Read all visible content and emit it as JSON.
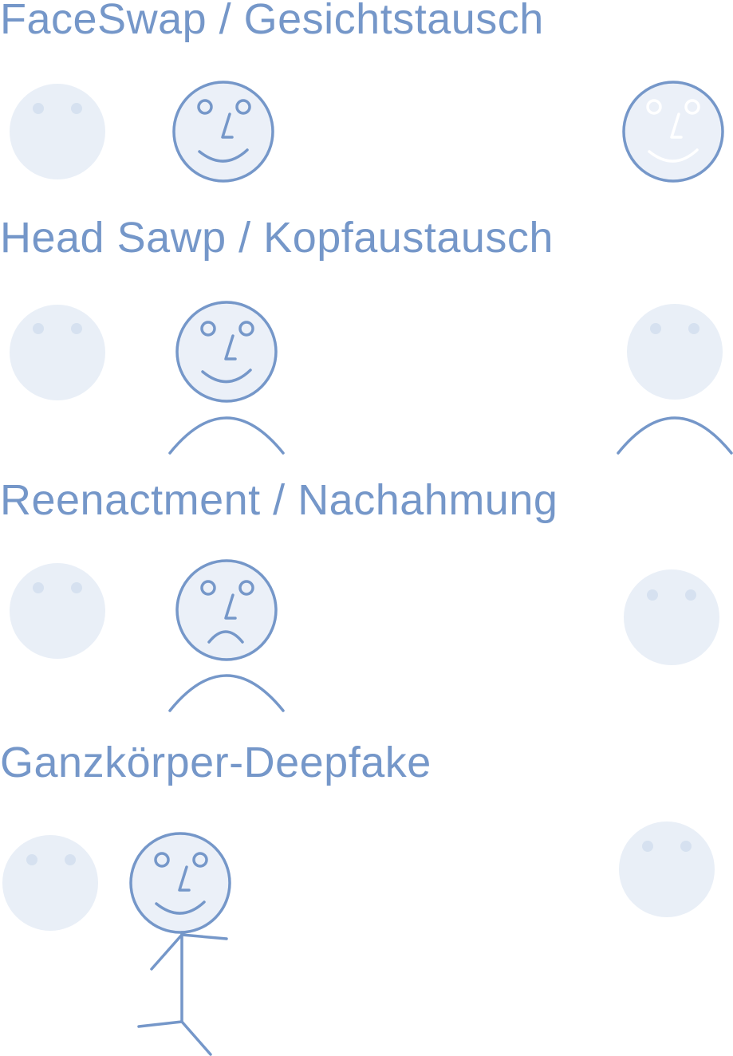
{
  "colors": {
    "stroke": "#7597c9",
    "face_fill": "#ebf0f8",
    "ghost_fill": "#e9eff7",
    "ghost_eye": "#d6e1f0",
    "faded_stroke": "#ffffff",
    "title": "#7597c9"
  },
  "sections": [
    {
      "title": "FaceSwap / Gesichtstausch",
      "icons": [
        "source-face-icon",
        "person-head-icon",
        "target-face-icon"
      ]
    },
    {
      "title": "Head Sawp / Kopfaustausch",
      "icons": [
        "source-head-icon",
        "person-head-shoulders-icon",
        "target-head-shoulders-icon"
      ]
    },
    {
      "title": "Reenactment / Nachahmung",
      "icons": [
        "source-face-icon",
        "sad-person-icon",
        "target-face-icon"
      ]
    },
    {
      "title": "Ganzkörper-Deepfake",
      "icons": [
        "source-face-icon",
        "stick-figure-icon",
        "target-face-icon"
      ]
    }
  ]
}
